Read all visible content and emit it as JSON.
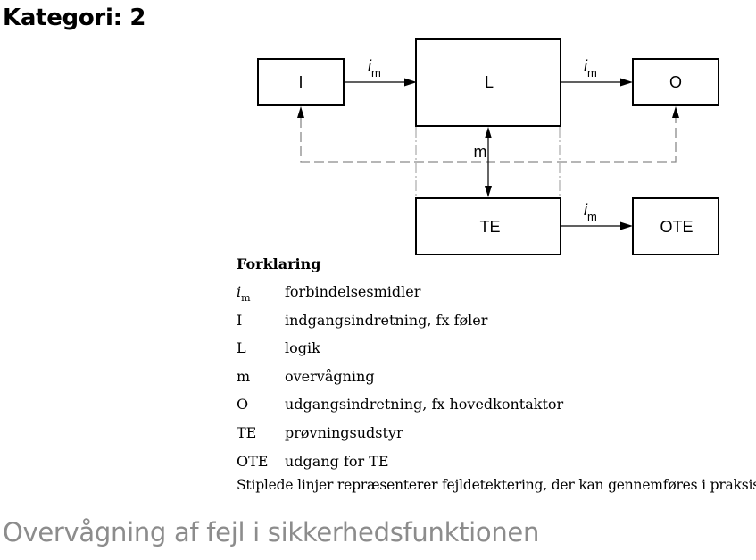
{
  "heading": "Kategori: 2",
  "diagram": {
    "blocks": {
      "input": "I",
      "logic": "L",
      "output": "O",
      "test_equipment": "TE",
      "test_output": "OTE"
    },
    "signal_label": {
      "letter": "i",
      "subscript": "m"
    },
    "monitoring_label": "m"
  },
  "legend": {
    "heading": "Forklaring",
    "items": [
      {
        "symbol": "i",
        "symbol_sub": "m",
        "text": "forbindelsesmidler"
      },
      {
        "symbol": "I",
        "text": "indgangsindretning, fx føler"
      },
      {
        "symbol": "L",
        "text": "logik"
      },
      {
        "symbol": "m",
        "text": "overvågning"
      },
      {
        "symbol": "O",
        "text": "udgangsindretning, fx hovedkontaktor"
      },
      {
        "symbol": "TE",
        "text": "prøvningsudstyr"
      },
      {
        "symbol": "OTE",
        "text": "udgang for TE"
      }
    ],
    "note": "Stiplede linjer repræsenterer fejldetektering, der kan gennemføres i praksis."
  },
  "caption": "Overvågning af fejl i sikkerhedsfunktionen"
}
